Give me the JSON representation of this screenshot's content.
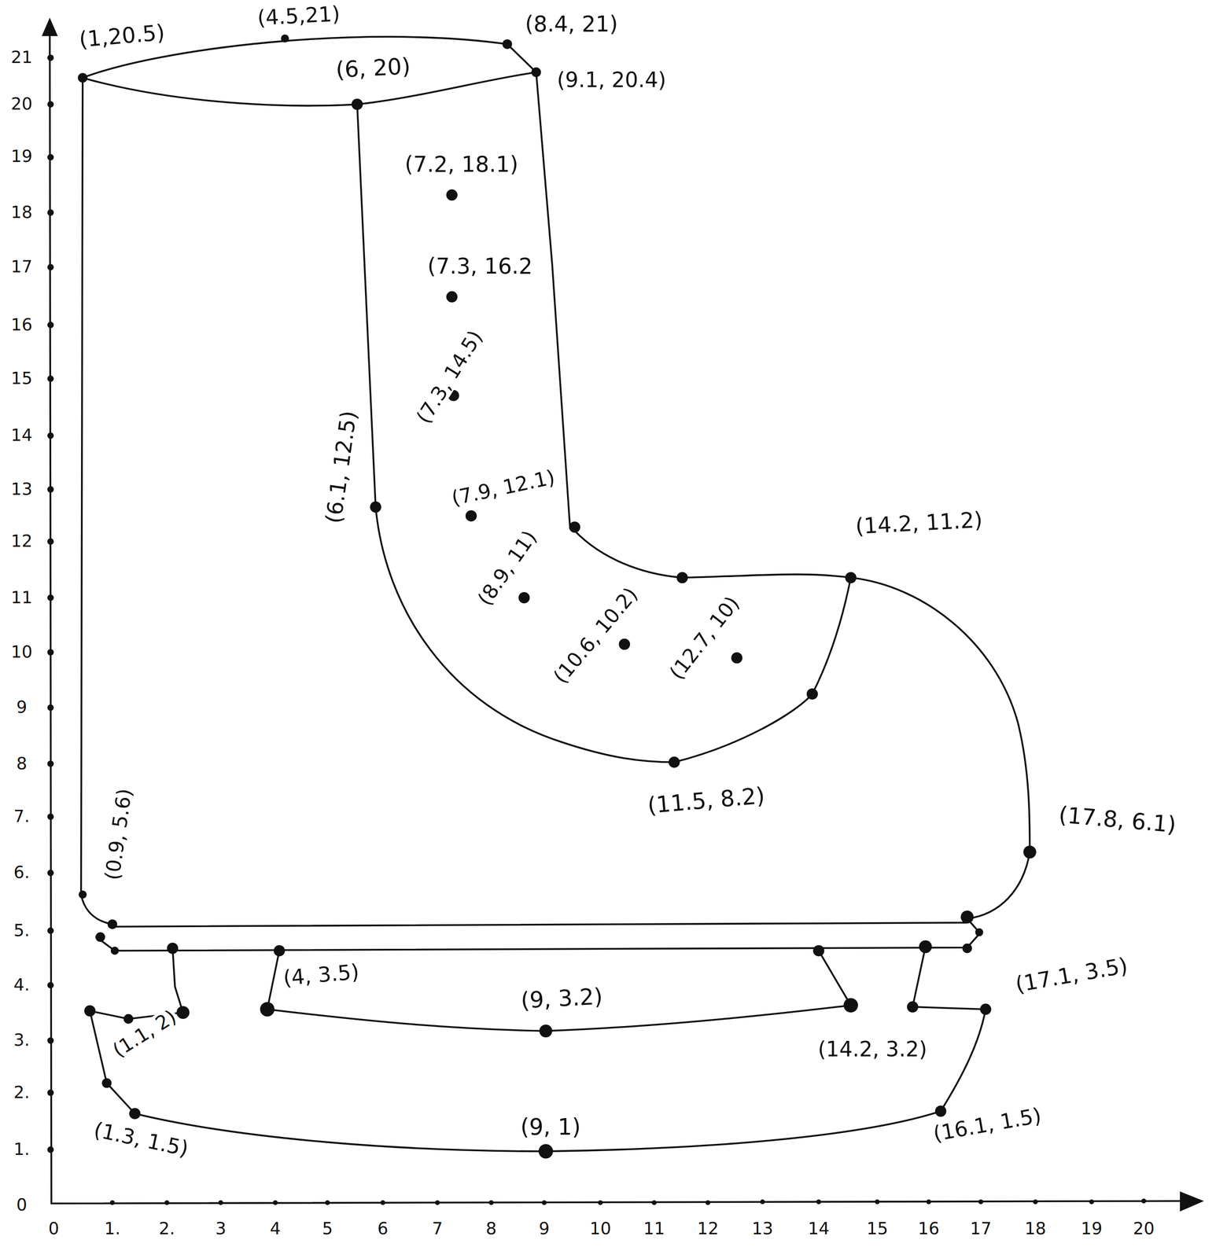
{
  "diagram": {
    "labels": [
      "21",
      "20",
      "19",
      "18",
      "17",
      "16",
      "15",
      "14",
      "13",
      "12",
      "11",
      "10",
      "9",
      "8",
      "7.",
      "6.",
      "5.",
      "4.",
      "3.",
      "2.",
      "1.",
      "0",
      "0",
      "1.",
      "2.",
      "3",
      "4",
      "5",
      "6",
      "7",
      "8",
      "9",
      "10",
      "11",
      "12",
      "13",
      "14",
      "15",
      "16",
      "17",
      "18",
      "19",
      "20",
      "(1,20.5)",
      "(4.5,21)",
      "(8.4, 21)",
      "(6, 20)",
      "(9.1, 20.4)",
      "(7.2, 18.1)",
      "(7.3, 16.2",
      "(7.3, 14.5)",
      "(6.1, 12.5)",
      "(7.9, 12.1)",
      "(8.9, 11)",
      "(10.6, 10.2)",
      "(12.7, 10)",
      "(14.2, 11.2)",
      "(11.5, 8.2)",
      "(17.8, 6.1)",
      "(0.9, 5.6)",
      "(4, 3.5)",
      "(9, 3.2)",
      "(14.2, 3.2)",
      "(17.1, 3.5)",
      "(1.1, 2)",
      "(1.3, 1.5)",
      "(9, 1)",
      "(16.1, 1.5)"
    ]
  }
}
